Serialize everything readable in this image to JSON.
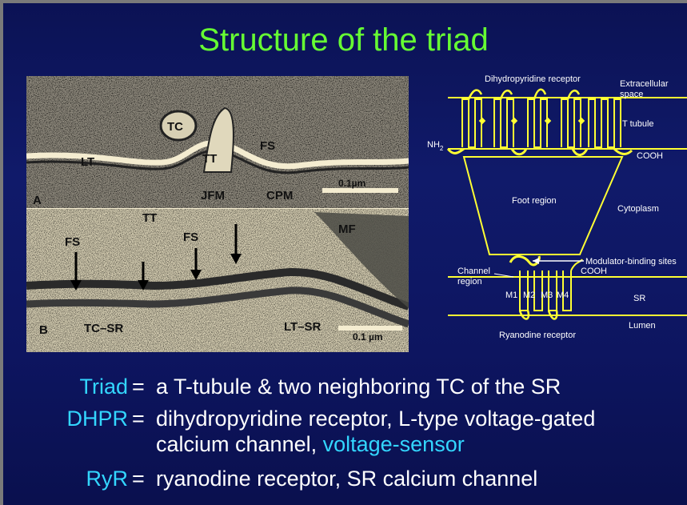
{
  "slide": {
    "title": "Structure of the triad"
  },
  "micrograph": {
    "panel_a_labels": [
      "TC",
      "TT",
      "FS",
      "LT",
      "JFM",
      "CPM",
      "0.1µm",
      "A"
    ],
    "panel_b_labels": [
      "TT",
      "FS",
      "FS",
      "MF",
      "TC–SR",
      "LT–SR",
      "0.1 µm",
      "B"
    ]
  },
  "diagram": {
    "dihydropyridine_receptor": "Dihydropyridine receptor",
    "extracellular_space": "Extracellular space",
    "extracellular_l1": "Extracellular",
    "extracellular_l2": "space",
    "t_tubule": "T tubule",
    "nh2": "NH",
    "nh2_sub": "2",
    "cooh_top": "COOH",
    "foot_region": "Foot region",
    "cytoplasm": "Cytoplasm",
    "modulator_binding_sites": "Modulator-binding sites",
    "channel_region_l1": "Channel",
    "channel_region_l2": "region",
    "cooh_bottom": "COOH",
    "m1": "M1",
    "m2": "M2",
    "m3": "M3",
    "m4": "M4",
    "sr": "SR",
    "lumen": "Lumen",
    "ryanodine_receptor": "Ryanodine receptor",
    "line_color": "#ffff33"
  },
  "definitions": [
    {
      "term": "Triad",
      "eq": "=",
      "text": "a T-tubule & two neighboring TC of the SR"
    },
    {
      "term": "DHPR",
      "eq": "=",
      "text1": "dihydropyridine receptor, L-type voltage-gated",
      "text2a": "calcium channel, ",
      "text2b": "voltage-sensor"
    },
    {
      "term": "RyR",
      "eq": "=",
      "text": "ryanodine receptor, SR calcium channel"
    }
  ],
  "colors": {
    "title": "#66ff33",
    "term": "#33d6ff",
    "body_text": "#ffffff",
    "background": "#0d1560"
  }
}
